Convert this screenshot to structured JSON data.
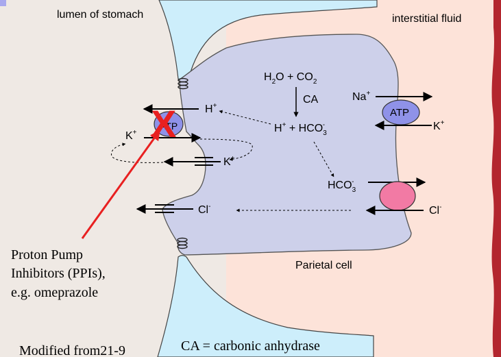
{
  "labels": {
    "lumen": "lumen of stomach",
    "interstitial": "interstitial fluid",
    "parietal": "Parietal cell",
    "ca_def": "CA = carbonic anhydrase",
    "modified": "Modified from21-9",
    "ppi_line1": "Proton Pump",
    "ppi_line2": "Inhibitors (PPIs),",
    "ppi_line3": "e.g. omeprazole",
    "atp": "ATP",
    "ca": "CA",
    "na": "Na",
    "na_sup": "+",
    "k": "K",
    "k_sup": "+",
    "h": "H",
    "h_sup": "+",
    "cl": "Cl",
    "cl_sup": "-",
    "h2o_h": "H",
    "h2o_sub": "2",
    "h2o_o": "O + CO",
    "co2_sub": "2",
    "h_plus": "H",
    "plus_hco3": " + HCO",
    "hco3_sub": "3",
    "hco3_sup": "-",
    "hco3": "HCO",
    "x_mark": "X"
  },
  "colors": {
    "lumen_fill": "#cdeefb",
    "interstitial_fill": "#fde3d9",
    "cell_fill": "#cdd0ea",
    "atp_fill": "#8f92e8",
    "exchanger_fill": "#f27aa4",
    "blood_vessel": "#b3262e",
    "inhibit": "#e82020"
  }
}
